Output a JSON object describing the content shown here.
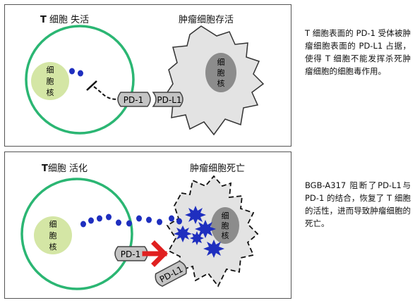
{
  "top_panel": {
    "title_prefix": "T",
    "title_rest": "细胞  失活",
    "tumor_title": "肿瘤细胞存活",
    "nucleus_t": [
      "细",
      "胞",
      "核"
    ],
    "nucleus_tumor": [
      "细",
      "胞",
      "核"
    ],
    "pd1_label": "PD-1",
    "pdl1_label": "PD-L1",
    "description": "T 细胞表面的 PD-1 受体被肿瘤细胞表面的 PD-L1 占据，使得 T 细胞不能发挥杀死肿瘤细胞的细胞毒作用。"
  },
  "bottom_panel": {
    "title_prefix": "T",
    "title_rest": "细胞  活化",
    "tumor_title": "肿瘤细胞死亡",
    "nucleus_t": [
      "细",
      "胞",
      "核"
    ],
    "nucleus_tumor": [
      "细",
      "胞",
      "核"
    ],
    "pd1_label": "PD-1",
    "pdl1_label": "PD-L1",
    "description": "BGB-A317 阻断了PD-L1与 PD-1 的结合，恢复了 T 细胞的活性，进而导致肿瘤细胞的死亡。"
  },
  "colors": {
    "t_cell_border": "#2bb673",
    "nucleus_fill": "#d4e6a5",
    "dots": "#1f2fbf",
    "tumor_fill": "#e3e3e3",
    "tumor_nucleus": "#8c8c8c",
    "receptor_fill": "#c4c4c4",
    "antibody": "#e02020"
  }
}
